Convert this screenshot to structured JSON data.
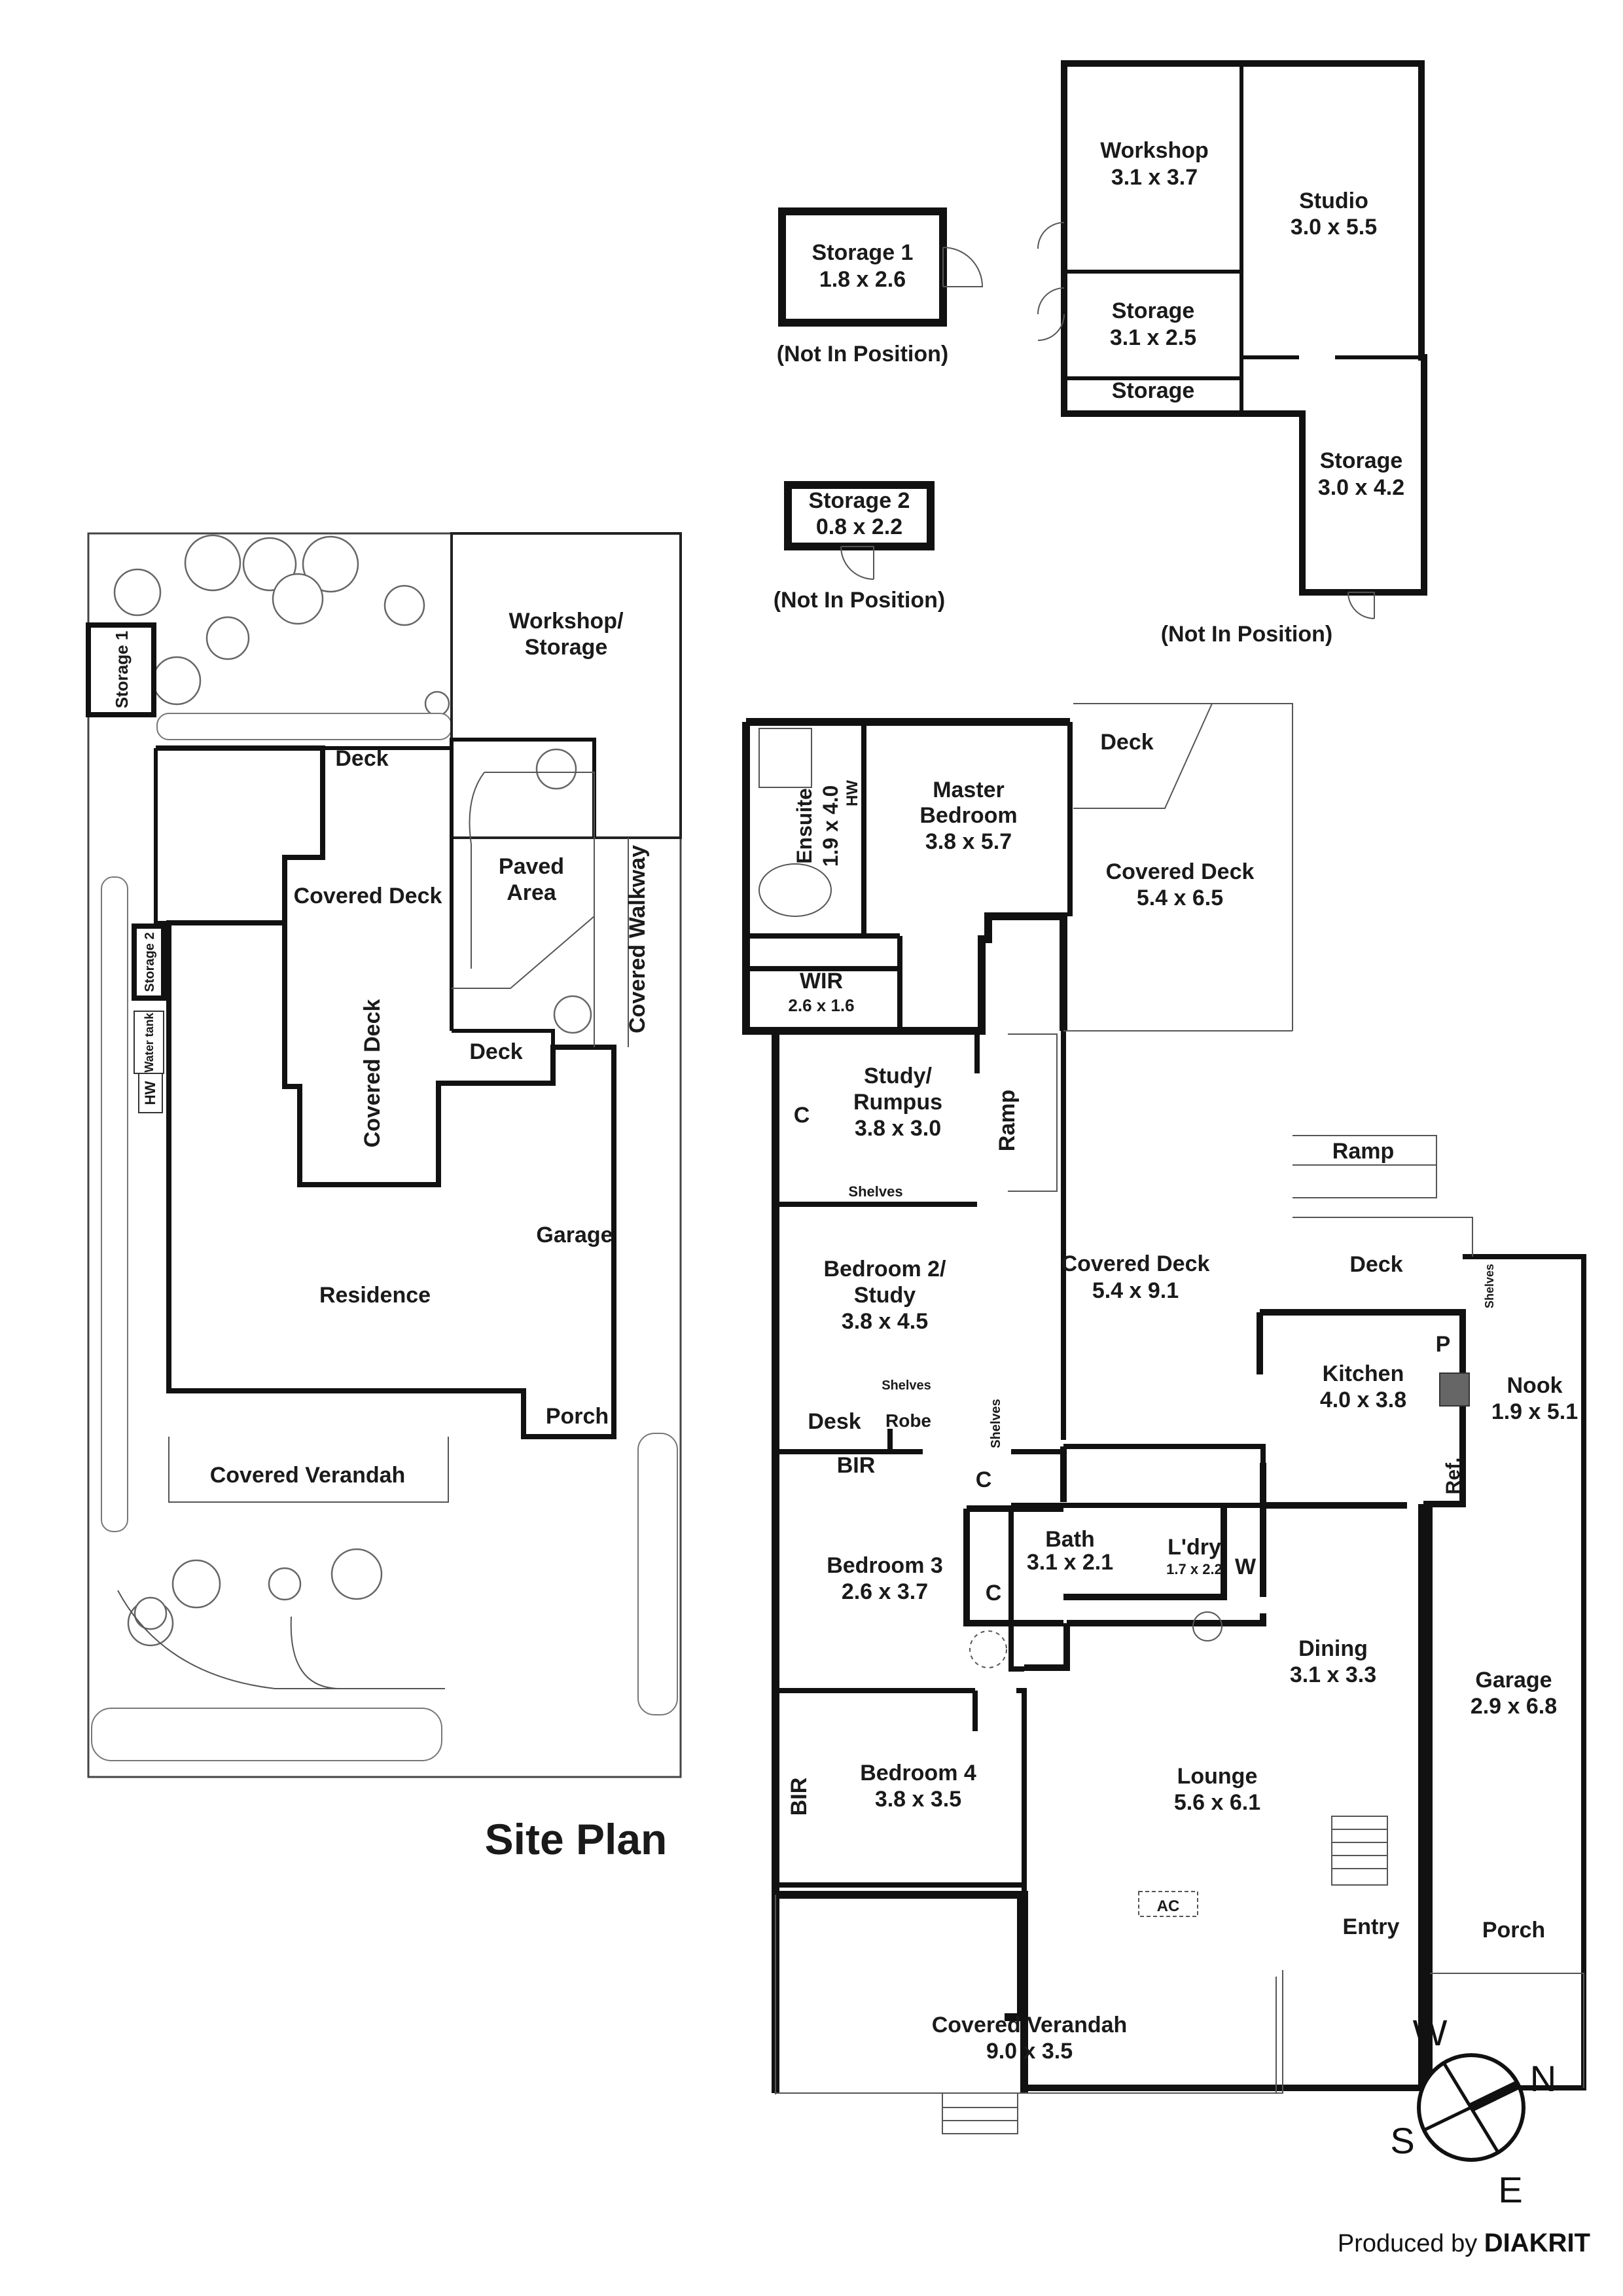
{
  "outbuildings": {
    "storage1": {
      "name": "Storage 1",
      "dims": "1.8 x 2.6",
      "note": "(Not In Position)"
    },
    "storage2": {
      "name": "Storage 2",
      "dims": "0.8 x 2.2",
      "note": "(Not In Position)"
    },
    "workshop": {
      "name": "Workshop",
      "dims": "3.1 x 3.7"
    },
    "studio": {
      "name": "Studio",
      "dims": "3.0 x 5.5"
    },
    "storage_a": {
      "name": "Storage",
      "dims": "3.1 x 2.5"
    },
    "storage_b": {
      "name": "Storage"
    },
    "storage_c": {
      "name": "Storage",
      "dims": "3.0 x 4.2"
    },
    "note": "(Not In Position)"
  },
  "site_plan": {
    "title": "Site Plan",
    "labels": {
      "storage1": "Storage 1",
      "storage2": "Storage 2",
      "water_tank": "Water tank",
      "hw": "HW",
      "workshop": "Workshop/",
      "workshop2": "Storage",
      "deck_top": "Deck",
      "covered_deck_h": "Covered Deck",
      "covered_deck_v": "Covered Deck",
      "paved1": "Paved",
      "paved2": "Area",
      "covered_walkway": "Covered Walkway",
      "deck_mid": "Deck",
      "garage": "Garage",
      "residence": "Residence",
      "porch": "Porch",
      "covered_verandah": "Covered Verandah"
    }
  },
  "floor_plan": {
    "rooms": {
      "ensuite": {
        "name": "Ensuite",
        "dims": "1.9 x 4.0"
      },
      "hw": "HW",
      "master": {
        "name1": "Master",
        "name2": "Bedroom",
        "dims": "3.8 x 5.7"
      },
      "deck_top": "Deck",
      "covered_deck1": {
        "name": "Covered Deck",
        "dims": "5.4 x 6.5"
      },
      "wir": {
        "name": "WIR",
        "dims": "2.6 x 1.6"
      },
      "study": {
        "name1": "Study/",
        "name2": "Rumpus",
        "dims": "3.8 x 3.0"
      },
      "c1": "C",
      "shelves1": "Shelves",
      "ramp_v": "Ramp",
      "ramp_h": "Ramp",
      "bed2": {
        "name1": "Bedroom 2/",
        "name2": "Study",
        "dims": "3.8 x 4.5"
      },
      "covered_deck2": {
        "name": "Covered Deck",
        "dims": "5.4 x 9.1"
      },
      "deck_right": "Deck",
      "shelves_nook": "Shelves",
      "kitchen": {
        "name": "Kitchen",
        "dims": "4.0 x 3.8"
      },
      "pantry": "P",
      "nook": {
        "name": "Nook",
        "dims": "1.9 x 5.1"
      },
      "desk": "Desk",
      "shelves2": "Shelves",
      "robe": "Robe",
      "shelves3": "Shelves",
      "ref": "Ref.",
      "c2": "C",
      "bir1": "BIR",
      "bath": {
        "name": "Bath",
        "dims": "3.1 x 2.1"
      },
      "laundry": {
        "name": "L'dry",
        "dims": "1.7 x 2.2"
      },
      "w": "W",
      "c3": "C",
      "bed3": {
        "name": "Bedroom 3",
        "dims": "2.6 x 3.7"
      },
      "dining": {
        "name": "Dining",
        "dims": "3.1 x 3.3"
      },
      "garage": {
        "name": "Garage",
        "dims": "2.9 x 6.8"
      },
      "bed4": {
        "name": "Bedroom 4",
        "dims": "3.8 x 3.5"
      },
      "bir2": "BIR",
      "lounge": {
        "name": "Lounge",
        "dims": "5.6 x 6.1"
      },
      "entry": "Entry",
      "porch": "Porch",
      "ac": "AC",
      "verandah": {
        "name": "Covered Verandah",
        "dims": "9.0 x 3.5"
      }
    }
  },
  "compass": {
    "w": "W",
    "n": "N",
    "s": "S",
    "e": "E"
  },
  "credit": {
    "prefix": "Produced by ",
    "brand": "DIAKRIT"
  }
}
